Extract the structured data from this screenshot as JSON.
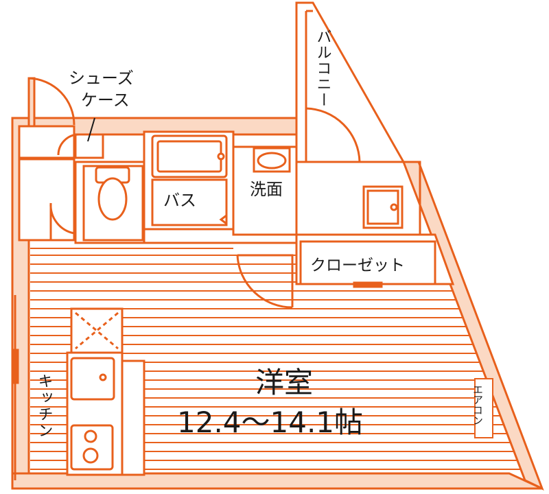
{
  "floorplan": {
    "colors": {
      "wall": "#e8601c",
      "wall_fill": "#fbd9c4",
      "floor_line": "#e8601c",
      "background": "#ffffff",
      "text": "#1a1a1a"
    },
    "labels": {
      "shoes_case_line1": "シューズ",
      "shoes_case_line2": "ケース",
      "balcony": "バルコニー",
      "bath": "バス",
      "washroom": "洗面",
      "closet": "クローゼット",
      "western_room": "洋室",
      "room_size": "12.4〜14.1帖",
      "kitchen": "キッチン",
      "air_conditioner": "エアコン"
    }
  }
}
